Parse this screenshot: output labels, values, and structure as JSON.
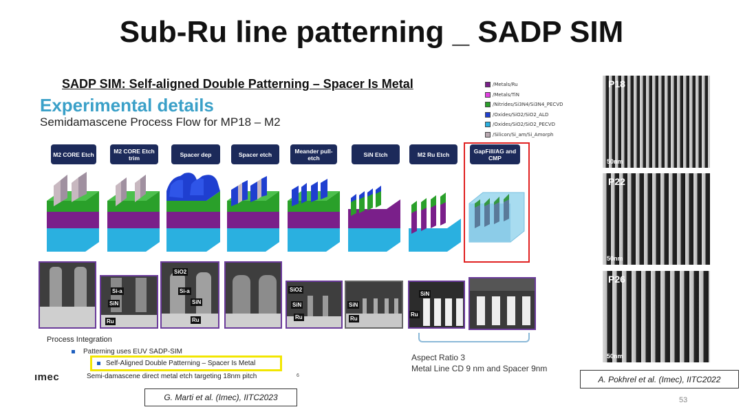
{
  "slide": {
    "title": "Sub-Ru line patterning _ SADP SIM",
    "subtitle": "SADP SIM: Self-aligned Double Patterning – Spacer Is Metal",
    "section_title": "Experimental details",
    "flow_title": "Semidamascene Process Flow for MP18 – M2",
    "page_number": "53"
  },
  "legend": [
    {
      "label": "/Metals/Ru",
      "color": "#7a1f8a"
    },
    {
      "label": "/Metals/TiN",
      "color": "#e040e0"
    },
    {
      "label": "/Nitrides/Si3N4/Si3N4_PECVD",
      "color": "#2aa02a"
    },
    {
      "label": "/Oxides/SiO2/SiO2_ALD",
      "color": "#1f3fd0"
    },
    {
      "label": "/Oxides/SiO2/SiO2_PECVD",
      "color": "#2ab0e0"
    },
    {
      "label": "/Silicon/Si_am/Si_Amorph",
      "color": "#b8a8b0"
    }
  ],
  "steps": [
    {
      "label": "M2 CORE Etch"
    },
    {
      "label": "M2 CORE Etch trim"
    },
    {
      "label": "Spacer dep"
    },
    {
      "label": "Spacer etch"
    },
    {
      "label": "Meander pull-etch"
    },
    {
      "label": "SiN Etch"
    },
    {
      "label": "M2 Ru Etch"
    },
    {
      "label": "GapFill/AG and CMP"
    }
  ],
  "tem_labels": {
    "t2": [
      "Si-a",
      "SiN",
      "Ru"
    ],
    "t3": [
      "SiO2",
      "Si-a",
      "SiN",
      "Ru"
    ],
    "t5": [
      "SiO2",
      "SiN",
      "Ru"
    ],
    "t6": [
      "SiN",
      "Ru"
    ],
    "t7": [
      "SiN",
      "Ru"
    ]
  },
  "aspect": {
    "line1": "Aspect Ratio 3",
    "line2": "Metal Line CD 9 nm and Spacer 9nm"
  },
  "process": {
    "heading": "Process Integration",
    "bullet1": "Patterning uses EUV SADP-SIM",
    "bullet2": "Self-Aligned Double Patterning – Spacer Is Metal",
    "bullet3": "Semi-damascene direct metal etch targeting 18nm pitch"
  },
  "logo_text": "ımec",
  "small_mark": "6",
  "citations": {
    "left": "G. Marti et al. (Imec), IITC2023",
    "right": "A. Pokhrel et al. (Imec), IITC2022"
  },
  "sem": [
    {
      "label": "P18",
      "scale": "50nm"
    },
    {
      "label": "P22",
      "scale": "50nm"
    },
    {
      "label": "P26",
      "scale": "50nm"
    }
  ]
}
